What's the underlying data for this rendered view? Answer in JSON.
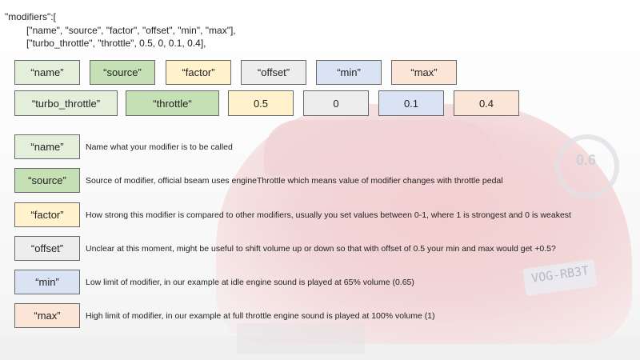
{
  "code": {
    "line1": "\"modifiers\":[",
    "line2": "[\"name\", \"source\", \"factor\", \"offset\", \"min\", \"max\"],",
    "line3": "[\"turbo_throttle\", \"throttle\", 0.5, 0, 0.1, 0.4],"
  },
  "header_row": [
    {
      "label": "“name”",
      "color": "#e3efda"
    },
    {
      "label": "“source”",
      "color": "#c5e0b4"
    },
    {
      "label": "“factor”",
      "color": "#fff2cc"
    },
    {
      "label": "“offset”",
      "color": "#ededed"
    },
    {
      "label": "“min”",
      "color": "#dae3f3"
    },
    {
      "label": "“max”",
      "color": "#fbe5d6"
    }
  ],
  "value_row": [
    {
      "label": "“turbo_throttle”",
      "color": "#e3efda"
    },
    {
      "label": "“throttle“",
      "color": "#c5e0b4"
    },
    {
      "label": "0.5",
      "color": "#fff2cc"
    },
    {
      "label": "0",
      "color": "#ededed"
    },
    {
      "label": "0.1",
      "color": "#dae3f3"
    },
    {
      "label": "0.4",
      "color": "#fbe5d6"
    }
  ],
  "legend": [
    {
      "key": "“name”",
      "description": "Name what your modifier is to be called"
    },
    {
      "key": "“source”",
      "description": "Source of modifier, official bseam uses engineThrottle which means value of modifier changes with throttle pedal"
    },
    {
      "key": "“factor”",
      "description": "How strong this modifier is compared to other modifiers, usually you set values between 0-1, where 1 is strongest and 0 is weakest"
    },
    {
      "key": "“offset”",
      "description": "Unclear at this moment, might be useful to shift volume up or down so that with offset of 0.5 your min and max would get +0.5?"
    },
    {
      "key": "“min”",
      "description": "Low limit of modifier, in our example at idle engine sound is played at 65% volume (0.65)"
    },
    {
      "key": "“max”",
      "description": "High limit of modifier, in our example at full throttle engine sound is played at 100% volume (1)"
    }
  ],
  "background": {
    "gauge_value": "0.6",
    "plate_text": "VOG-RB3T"
  }
}
